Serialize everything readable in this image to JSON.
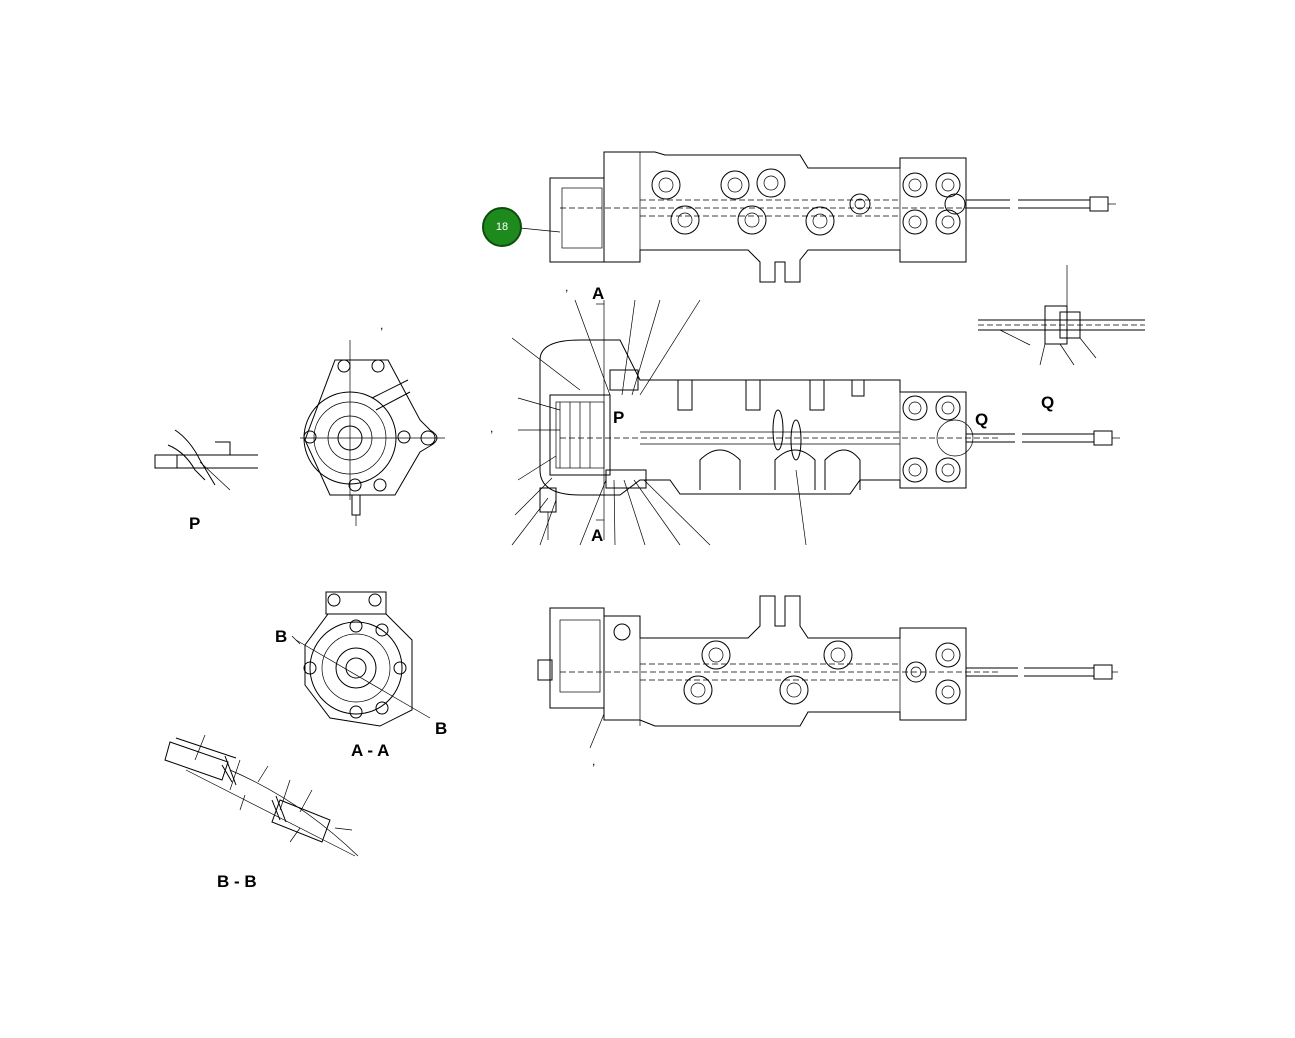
{
  "callouts": [
    {
      "number": "18",
      "color": "#1e8a1e"
    }
  ],
  "view_labels": {
    "p_marker": "P",
    "q_marker": "Q",
    "a_top": "A",
    "a_bottom": "A",
    "p_detail": "P",
    "q_detail": "Q",
    "aa_section": "A - A",
    "bb_section": "B - B",
    "b_left": "B",
    "b_right": "B"
  },
  "tick_marks": {
    "t1": ",",
    "t2": ",",
    "t3": ",",
    "t4": ","
  }
}
